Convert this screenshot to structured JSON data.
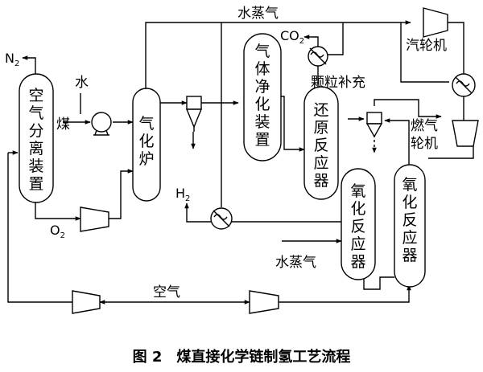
{
  "diagram": {
    "equipment": {
      "air_separation": "空气分离装置",
      "gasifier": "气化炉",
      "gas_purifier": "气体净化装置",
      "reduction_reactor": "还原反应器",
      "oxidation_reactor_left": "氧化反应器",
      "oxidation_reactor_right": "氧化反应器",
      "steam_turbine": "汽轮机",
      "gas_turbine": "燃气轮机"
    },
    "stream_labels": {
      "steam_top": "水蒸气",
      "steam_mid": "水蒸气",
      "water": "水",
      "coal": "煤",
      "air": "空气",
      "particle_makeup": "颗粒补充",
      "n2": "N",
      "n2_sub": "2",
      "o2": "O",
      "o2_sub": "2",
      "co2": "CO",
      "co2_sub": "2",
      "h2": "H",
      "h2_sub": "2"
    },
    "caption": "图 2　煤直接化学链制氢工艺流程"
  }
}
